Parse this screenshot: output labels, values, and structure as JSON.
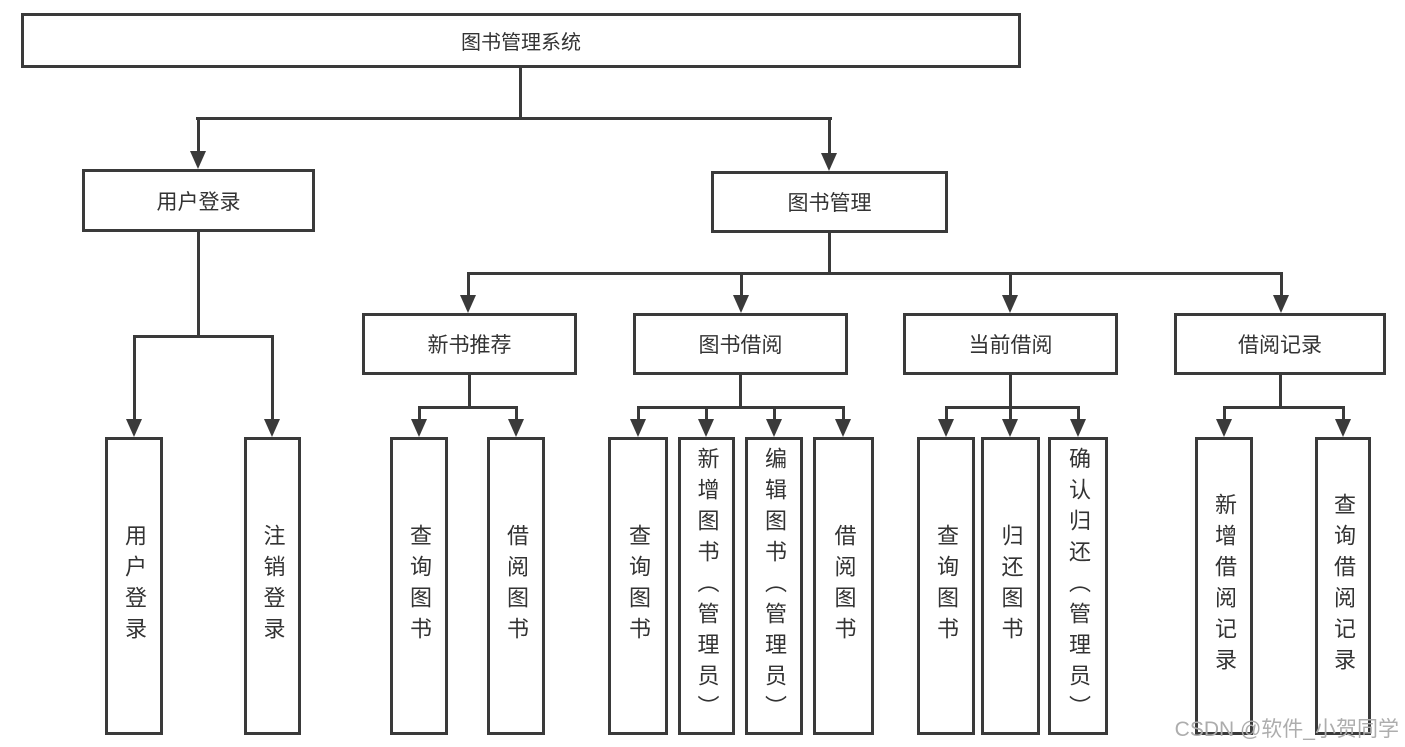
{
  "diagram": {
    "root": {
      "label": "图书管理系统"
    },
    "level2": [
      {
        "label": "用户登录"
      },
      {
        "label": "图书管理"
      }
    ],
    "level3": [
      {
        "label": "新书推荐"
      },
      {
        "label": "图书借阅"
      },
      {
        "label": "当前借阅"
      },
      {
        "label": "借阅记录"
      }
    ],
    "leaves": {
      "login": [
        {
          "label": "用户登录"
        },
        {
          "label": "注销登录"
        }
      ],
      "recommend": [
        {
          "label": "查询图书"
        },
        {
          "label": "借阅图书"
        }
      ],
      "borrow": [
        {
          "label": "查询图书"
        },
        {
          "label": "新增图书（管理员）"
        },
        {
          "label": "编辑图书（管理员）"
        },
        {
          "label": "借阅图书"
        }
      ],
      "current": [
        {
          "label": "查询图书"
        },
        {
          "label": "归还图书"
        },
        {
          "label": "确认归还（管理员）"
        }
      ],
      "records": [
        {
          "label": "新增借阅记录"
        },
        {
          "label": "查询借阅记录"
        }
      ]
    }
  },
  "watermark": {
    "text": "CSDN @软件_小贺同学"
  },
  "colors": {
    "line": "#3a3a3a",
    "text": "#333333",
    "watermark": "#adadad",
    "background": "#ffffff"
  }
}
